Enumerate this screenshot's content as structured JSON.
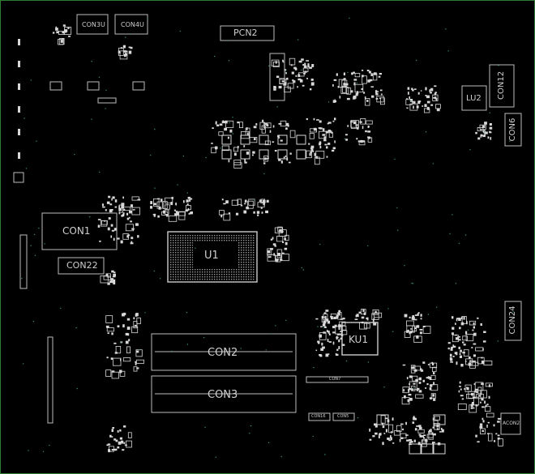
{
  "labels": {
    "con3u": "CON3U",
    "con4u": "CON4U",
    "pcn2": "PCN2",
    "con12": "CON12",
    "lu2": "LU2",
    "con6": "CON6",
    "con1": "CON1",
    "con22": "CON22",
    "u1": "U1",
    "ku1": "KU1",
    "con24": "CON24",
    "con2": "CON2",
    "con3": "CON3",
    "con7": "CON7",
    "con16": "CON16",
    "con5": "CON5",
    "acon2": "ACON2"
  },
  "colors": {
    "background": "#000000",
    "outline": "#bdbdbd",
    "board_edge": "#2e7d32",
    "component_fill": "#d8d8d8",
    "test_point": "#3c8f78"
  }
}
